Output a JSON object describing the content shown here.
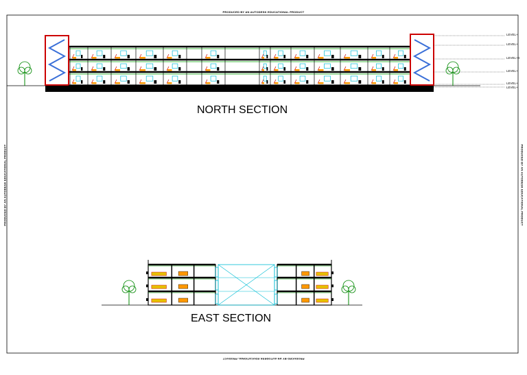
{
  "watermarks": {
    "top": "PRODUCED BY AN AUTODESK EDUCATIONAL PRODUCT",
    "bottom": "PRODUCED BY AN AUTODESK EDUCATIONAL PRODUCT",
    "left": "PRODUCED BY AN AUTODESK EDUCATIONAL PRODUCT",
    "right": "PRODUCED BY AN AUTODESK EDUCATIONAL PRODUCT"
  },
  "north_section": {
    "title": "NORTH SECTION",
    "level_labels": [
      "LEVEL+",
      "LEVEL+",
      "LEVEL+4",
      "LEVEL+",
      "LEVEL+",
      "LEVEL+"
    ]
  },
  "east_section": {
    "title": "EAST SECTION"
  },
  "colors": {
    "structure": "#cc0000",
    "slab": "#000000",
    "floor_band": "#00a000",
    "glazing": "#00bcd4",
    "furniture_orange": "#ff9900",
    "bed_yellow": "#e6c200",
    "tree": "#008800"
  }
}
